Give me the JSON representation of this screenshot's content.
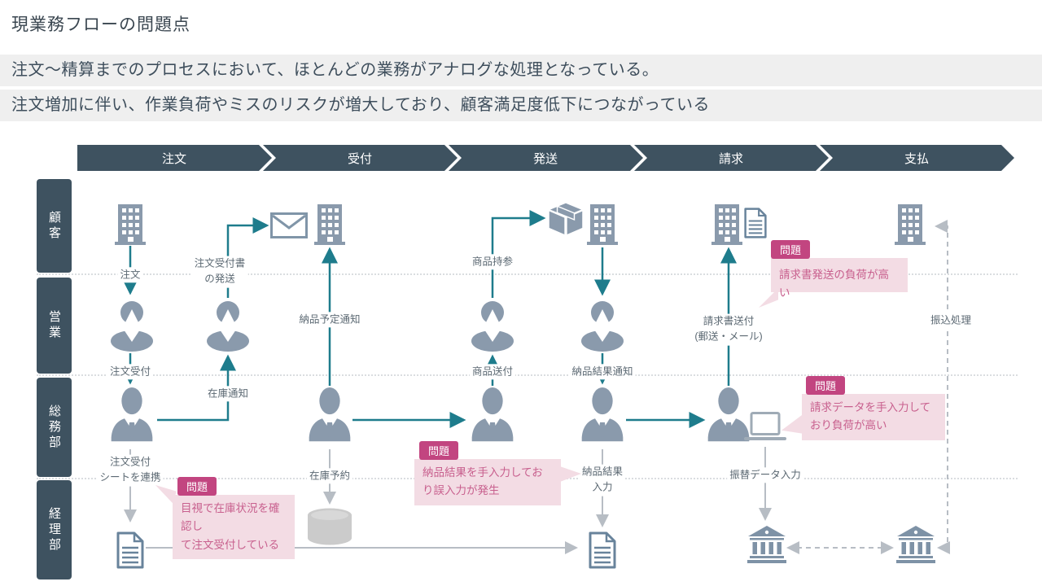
{
  "header": {
    "title": "現業務フローの問題点",
    "summary_line1": "注文～精算までのプロセスにおいて、ほとんどの業務がアナログな処理となっている。",
    "summary_line2": "注文増加に伴い、作業負荷やミスのリスクが増大しており、顧客満足度低下につながっている"
  },
  "process_phases": [
    "注文",
    "受付",
    "発送",
    "請求",
    "支払"
  ],
  "lanes": [
    "顧客",
    "営業",
    "総務部",
    "経理部"
  ],
  "flow_labels": {
    "order": "注文",
    "order_receipt_send": "注文受付書\nの発送",
    "order_reception": "注文受付",
    "stock_notice": "在庫通知",
    "delivery_schedule_notice": "納品予定通知",
    "order_sheet_share": "注文受付\nシートを連携",
    "stock_reservation": "在庫予約",
    "bring_goods": "商品持参",
    "send_goods": "商品送付",
    "delivery_result_notice": "納品結果通知",
    "delivery_result_input": "納品結果\n入力",
    "invoice_send": "請求書送付\n(郵送・メール)",
    "transfer_data_input": "振替データ入力",
    "bank_transfer": "振込処理"
  },
  "problems": [
    {
      "badge": "問題",
      "text": "目視で在庫状況を確認し\nて注文受付している"
    },
    {
      "badge": "問題",
      "text": "納品結果を手入力してお\nり誤入力が発生"
    },
    {
      "badge": "問題",
      "text": "請求書発送の負荷が高い"
    },
    {
      "badge": "問題",
      "text": "請求データを手入力して\nおり負荷が高い"
    }
  ],
  "icons": {
    "company": "building-icon",
    "sales_person": "person-bust-icon",
    "office_person": "person-tie-icon",
    "mail": "envelope-icon",
    "package": "package-box-icon",
    "document": "document-icon",
    "database": "database-cylinder-icon",
    "laptop": "laptop-icon",
    "bank": "bank-icon"
  },
  "colors": {
    "dark_slate": "#3E5260",
    "teal_arrow": "#1E7C8C",
    "gray_arrow": "#B7BDC4",
    "icon_blue_gray": "#8A9AAC",
    "badge_pink": "#C24580",
    "bubble_pink": "#F3DCE4",
    "bubble_text_pink": "#C8608E",
    "summary_band_bg": "#EFEFEF"
  }
}
